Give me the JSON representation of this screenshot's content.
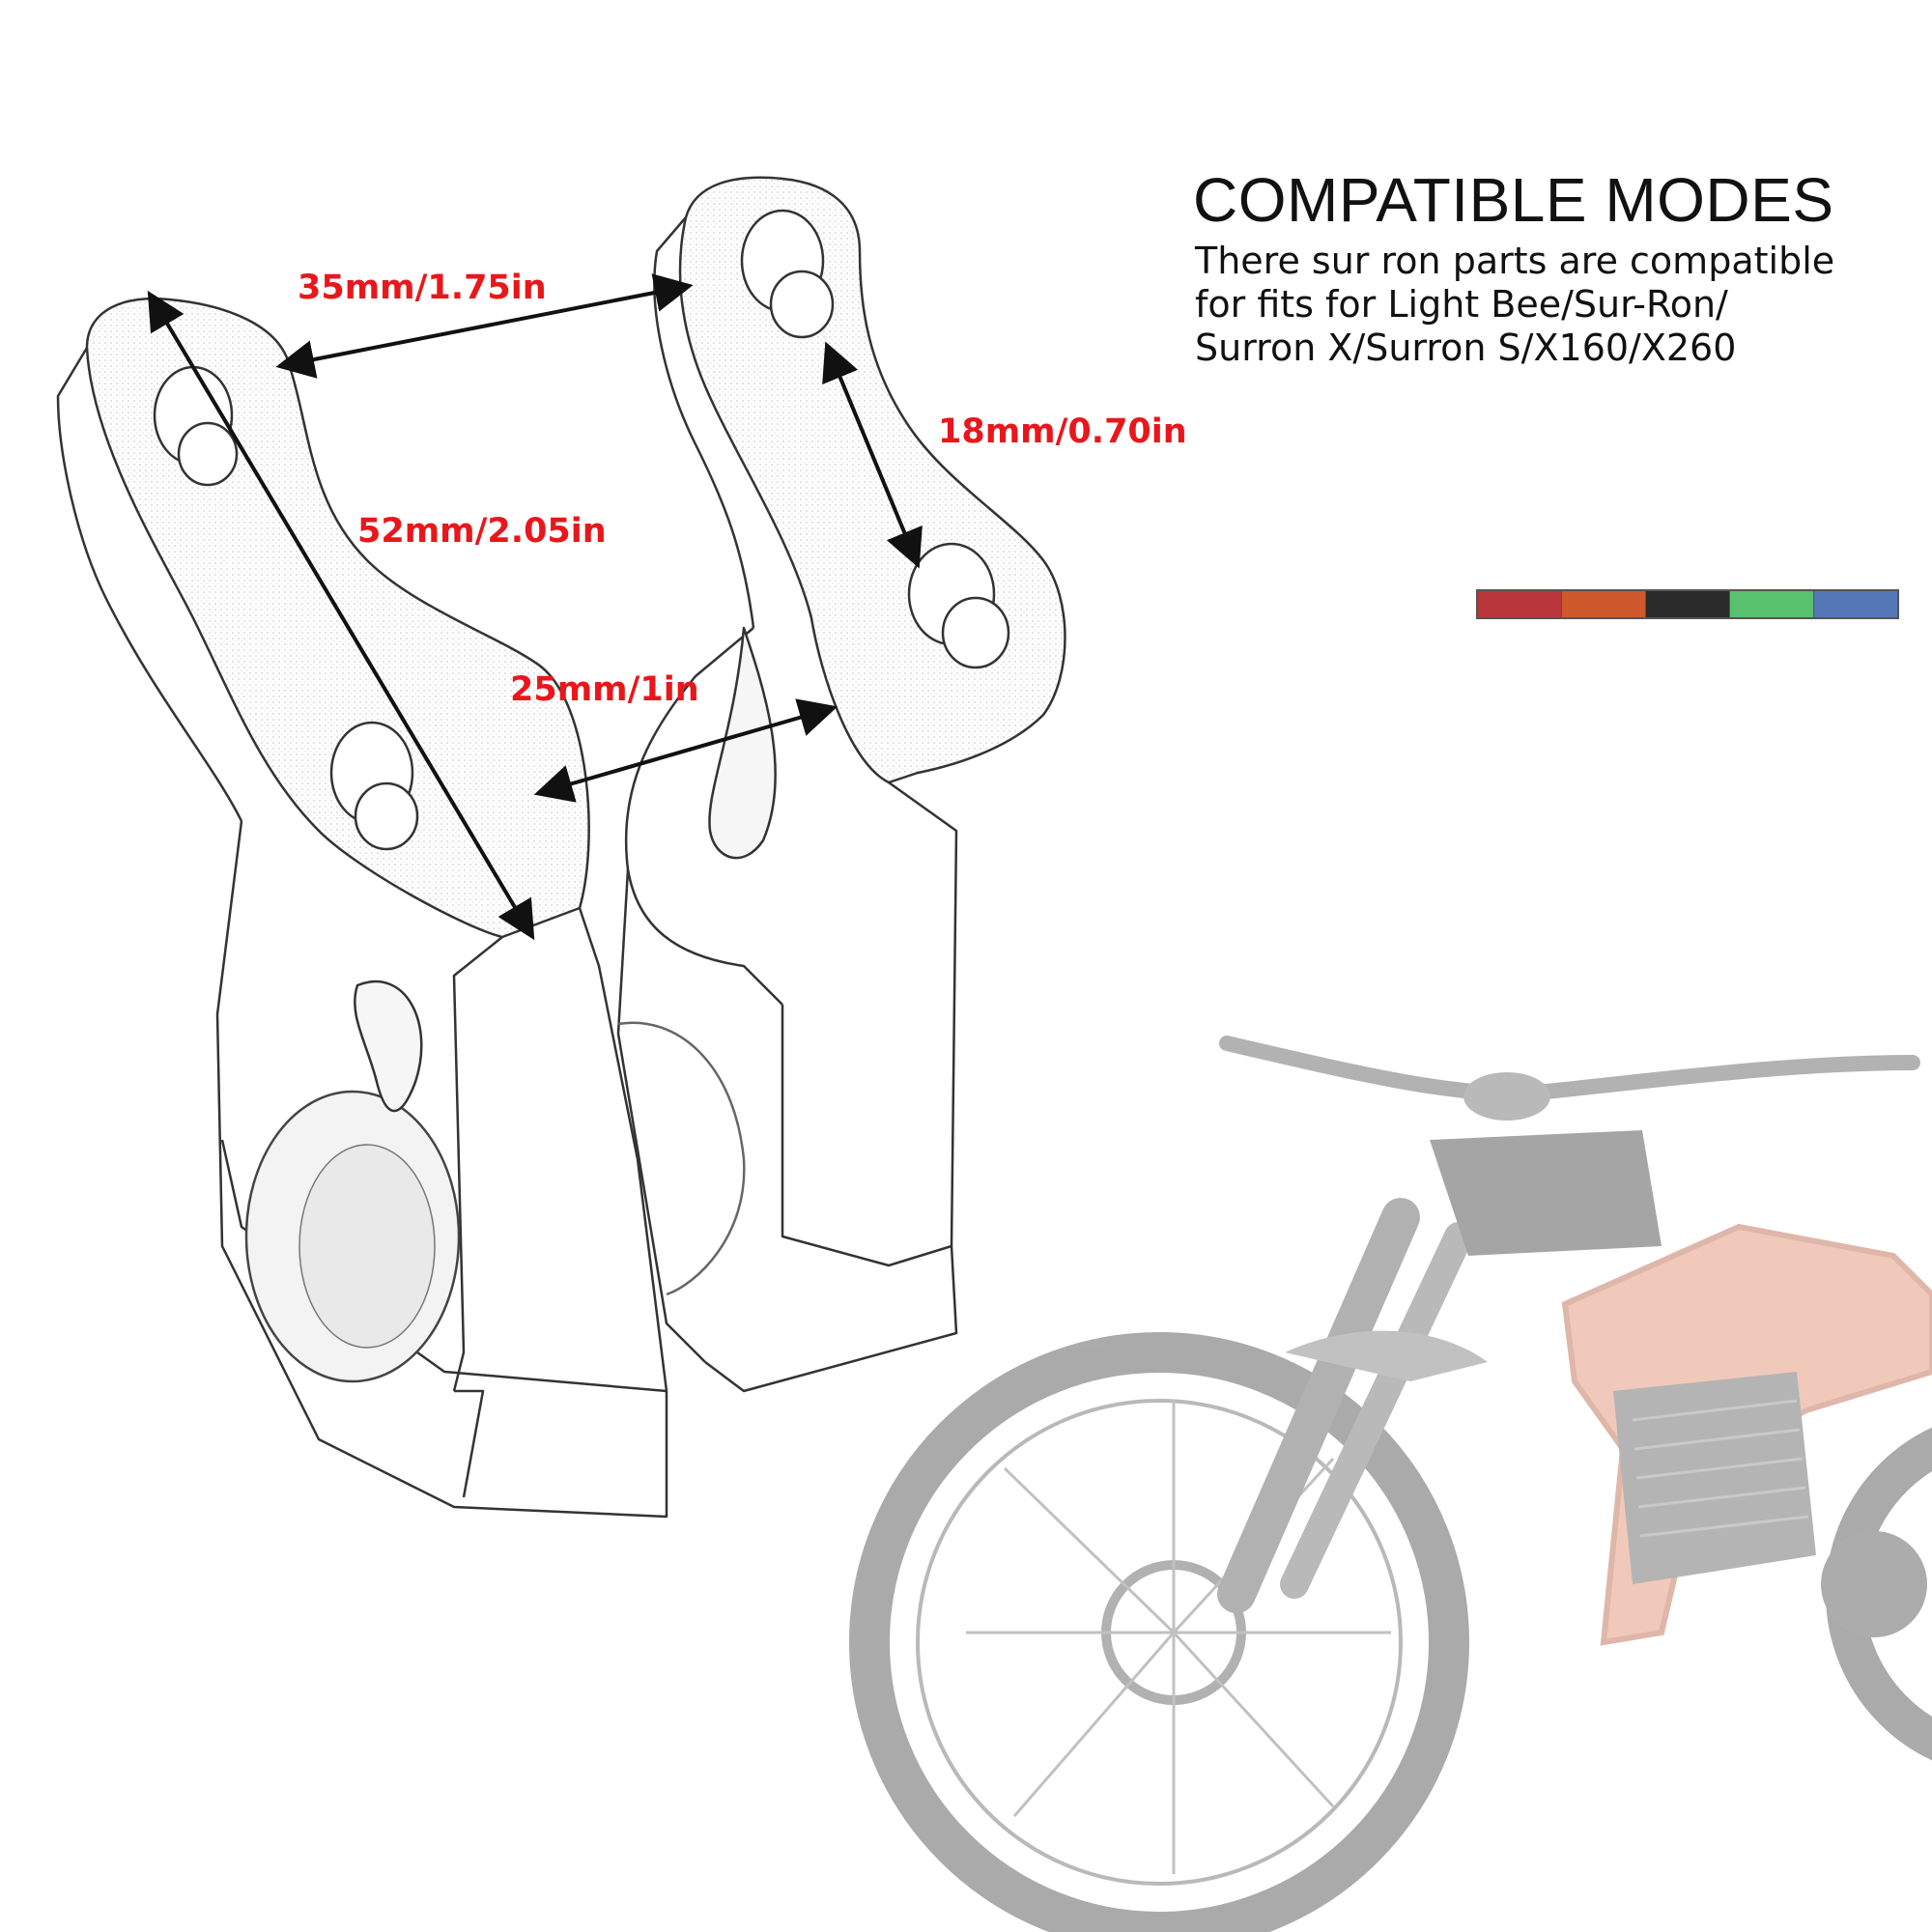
{
  "info": {
    "heading": "COMPATIBLE MODES",
    "description_lines": [
      "There sur ron parts are compatible",
      "for fits for Light Bee/Sur-Ron/",
      "Surron X/Surron S/X160/X260"
    ]
  },
  "dimensions": {
    "width_top": "35mm/1.75in",
    "length": "52mm/2.05in",
    "hole_spacing": "18mm/0.70in",
    "gap": "25mm/1in"
  },
  "color_options": [
    "#b8353b",
    "#cf582c",
    "#2a2a2a",
    "#58c26f",
    "#5577b8"
  ],
  "colors": {
    "dimension_text": "#e8171c",
    "arrow": "#111111",
    "sketch": "#333333",
    "bike_frame": "#e08a6a"
  }
}
